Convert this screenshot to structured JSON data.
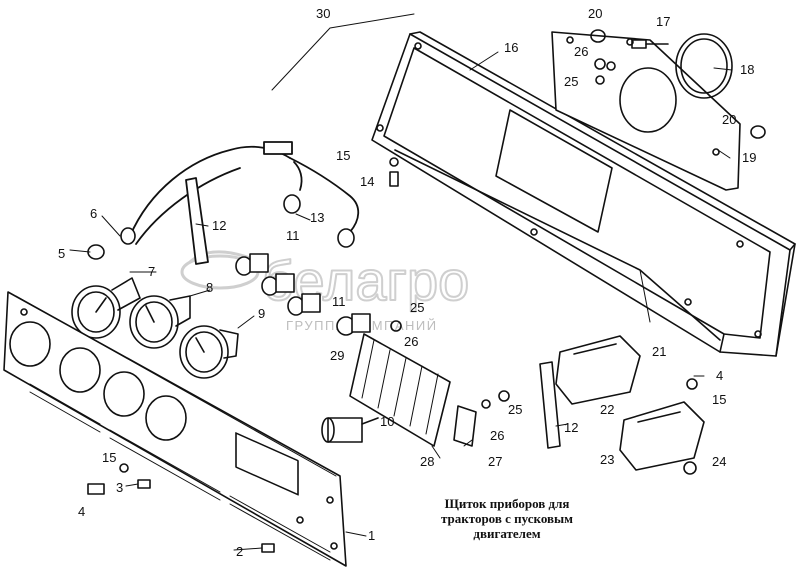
{
  "caption": {
    "line1": "Щиток приборов для",
    "line2": "тракторов с пусковым",
    "line3": "двигателем"
  },
  "watermark": {
    "brand": "белагро",
    "subtitle": "ГРУППА КОМПАНИЙ"
  },
  "callouts": {
    "c1": "1",
    "c2": "2",
    "c3": "3",
    "c4a": "4",
    "c4b": "4",
    "c5": "5",
    "c6": "6",
    "c7": "7",
    "c8": "8",
    "c9": "9",
    "c10": "10",
    "c11a": "11",
    "c11b": "11",
    "c12a": "12",
    "c12b": "12",
    "c13": "13",
    "c14": "14",
    "c15a": "15",
    "c15b": "15",
    "c15c": "15",
    "c16": "16",
    "c17": "17",
    "c18": "18",
    "c19": "19",
    "c20a": "20",
    "c20b": "20",
    "c21": "21",
    "c22": "22",
    "c23": "23",
    "c24": "24",
    "c25a": "25",
    "c25b": "25",
    "c25c": "25",
    "c26a": "26",
    "c26b": "26",
    "c26c": "26",
    "c27": "27",
    "c28": "28",
    "c29": "29",
    "c30": "30"
  },
  "colors": {
    "line": "#111111",
    "shade": "#d9d9d9",
    "watermark": "#c8c8c8"
  }
}
